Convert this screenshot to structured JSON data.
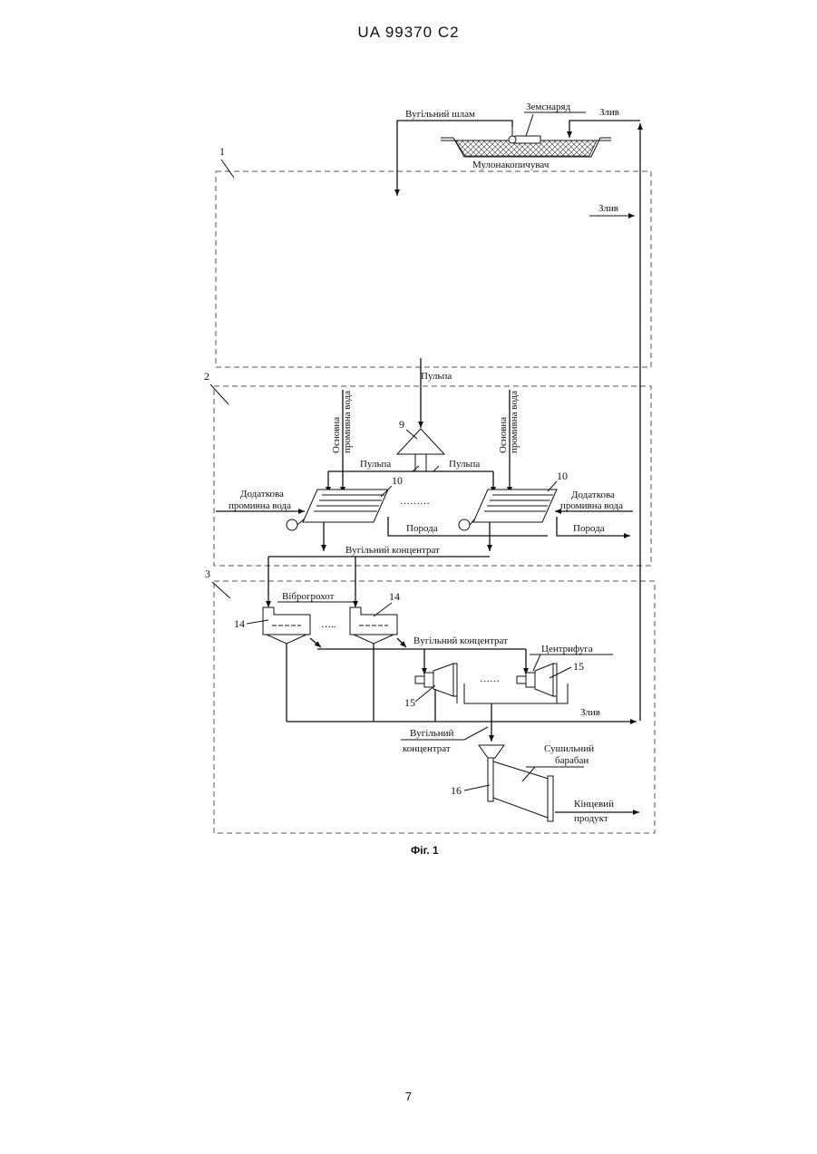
{
  "header": {
    "doc_id": "UA   99370   C2"
  },
  "page_number": "7",
  "figure": {
    "caption": "Фіг. 1",
    "stages": {
      "s1": "1",
      "s2": "2",
      "s3": "3"
    },
    "labels": {
      "coal_slurry": "Вугільний шлам",
      "dredger": "Земснаряд",
      "overflow": "Злив",
      "slurry_pond": "Мулонакопичувач",
      "pulp": "Пульпа",
      "main_wash_1": "Основна",
      "main_wash_2": "промивна вода",
      "extra_wash_1": "Додаткова",
      "extra_wash_2": "промивна вода",
      "rock": "Порода",
      "coal_concentrate": "Вугільний концентрат",
      "vibro_screen": "Віброгрохот",
      "centrifuge": "Центрифуга",
      "coal_conc_1": "Вугільний",
      "coal_conc_2": "концентрат",
      "dryer_1": "Сушильний",
      "dryer_2": "барабан",
      "final_1": "Кінцевий",
      "final_2": "продукт",
      "dots_wide": "………",
      "dots_short": "…..",
      "dots_mid": "……"
    },
    "numbers": {
      "n9": "9",
      "n10": "10",
      "n14": "14",
      "n15": "15",
      "n16": "16"
    }
  }
}
